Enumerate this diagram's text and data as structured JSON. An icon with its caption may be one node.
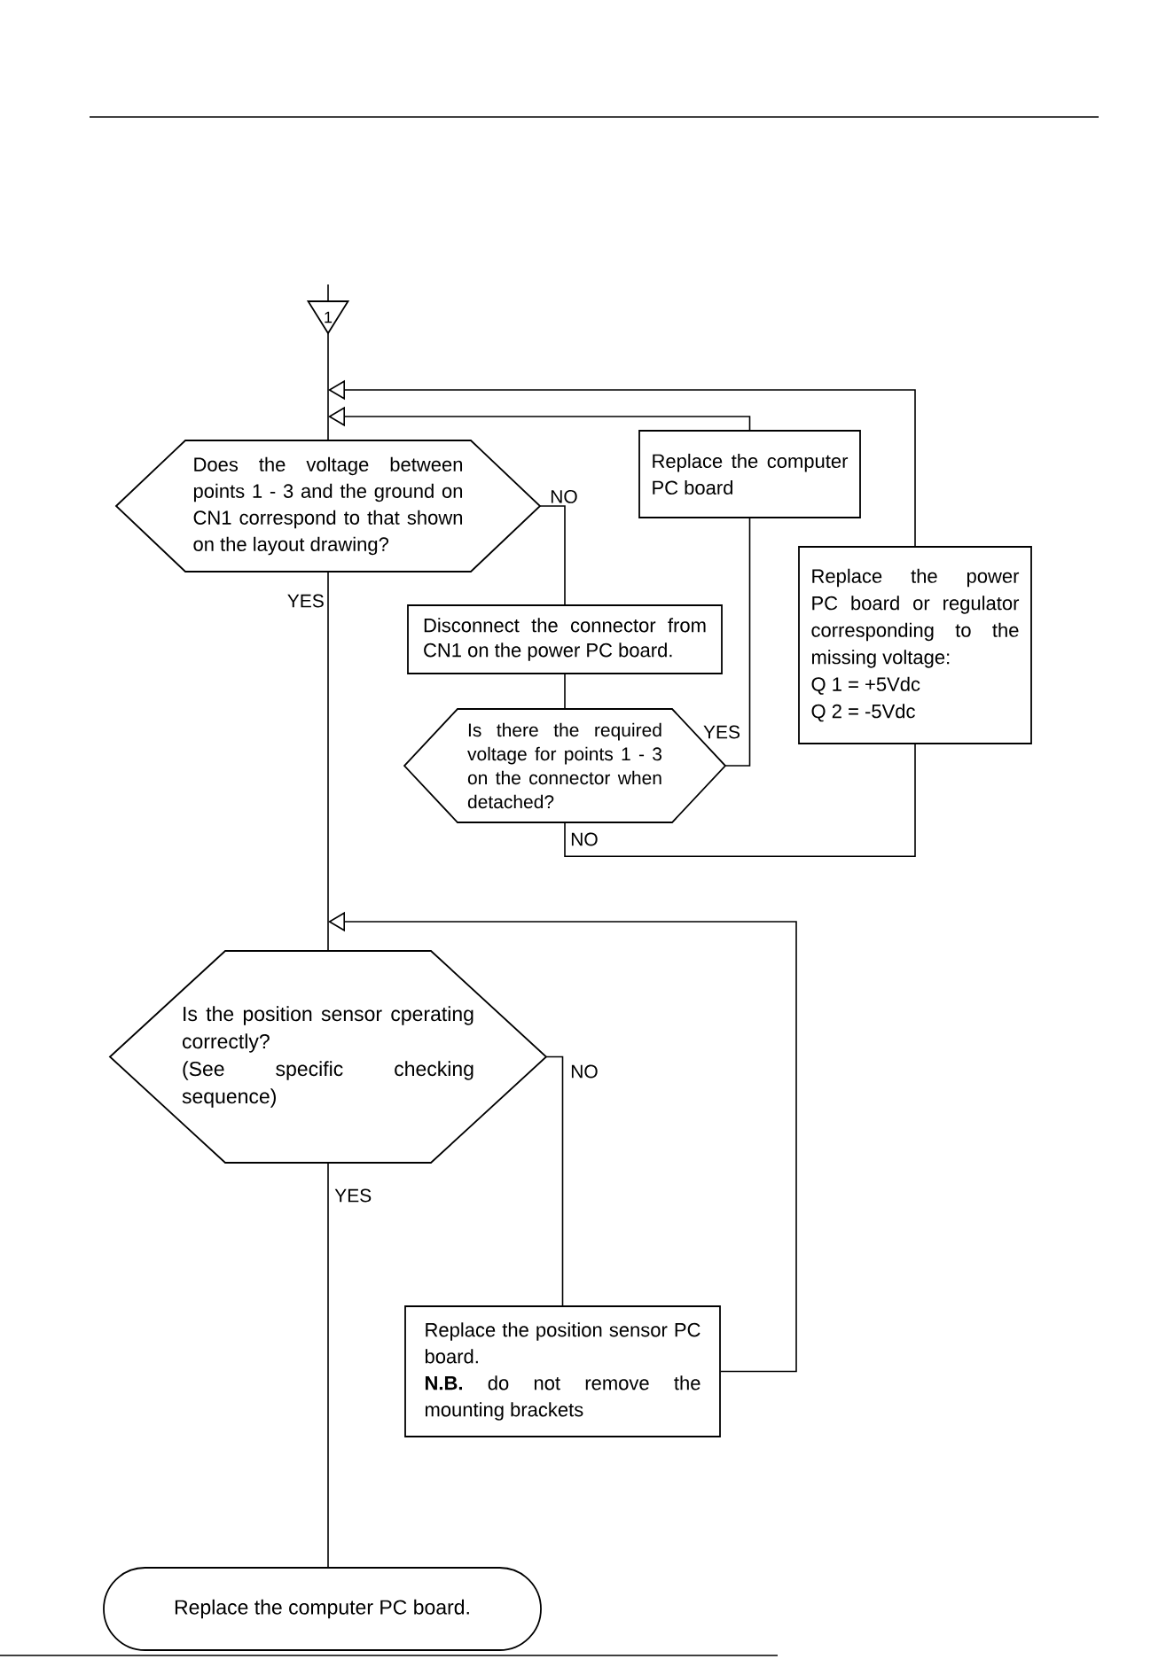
{
  "diagram": {
    "nodes": [
      {
        "text": [
          "1"
        ]
      },
      {
        "text": [
          "Does the voltage between points 1 - 3 and the ground on CN1 correspond to that shown on the layout drawing?"
        ]
      },
      {
        "text": [
          "Replace the computer PC board"
        ]
      },
      {
        "text": [
          "Replace the power PC board or regulator corresponding to the missing voltage:",
          "Q 1 = +5Vdc",
          "Q 2 = -5Vdc"
        ]
      },
      {
        "text": [
          "Disconnect the connector from CN1 on the power PC board."
        ]
      },
      {
        "text": [
          "Is there the required voltage for points 1 - 3 on the connector when detached?"
        ]
      },
      {
        "text": [
          "Is the position sensor cperating correctly?",
          "(See specific checking sequence)"
        ]
      },
      {
        "text": [
          "Replace the position sensor PC board.",
          "**N.B.** do not remove the mounting brackets"
        ]
      },
      {
        "text": [
          "Replace the computer PC board."
        ]
      }
    ],
    "edges": [
      {
        "from": null,
        "to": 0,
        "arrow": "none"
      },
      {
        "from": 0,
        "to": 1,
        "arrow": "none"
      },
      {
        "from": 1,
        "to": 4,
        "arrow": "none",
        "label": "NO"
      },
      {
        "from": 1,
        "to": 6,
        "arrow": "none",
        "label": "YES"
      },
      {
        "from": 4,
        "to": 5,
        "arrow": "none"
      },
      {
        "from": 5,
        "to": 2,
        "arrow": "none",
        "label": "YES"
      },
      {
        "from": 5,
        "to": 3,
        "arrow": "none",
        "label": "NO"
      },
      {
        "from": 2,
        "to": 1,
        "arrow": "to"
      },
      {
        "from": 3,
        "to": 1,
        "arrow": "to"
      },
      {
        "from": 6,
        "to": 7,
        "arrow": "none",
        "label": "NO"
      },
      {
        "from": 6,
        "to": 8,
        "arrow": "none",
        "label": "YES"
      },
      {
        "from": 7,
        "to": 6,
        "arrow": "to"
      }
    ]
  }
}
